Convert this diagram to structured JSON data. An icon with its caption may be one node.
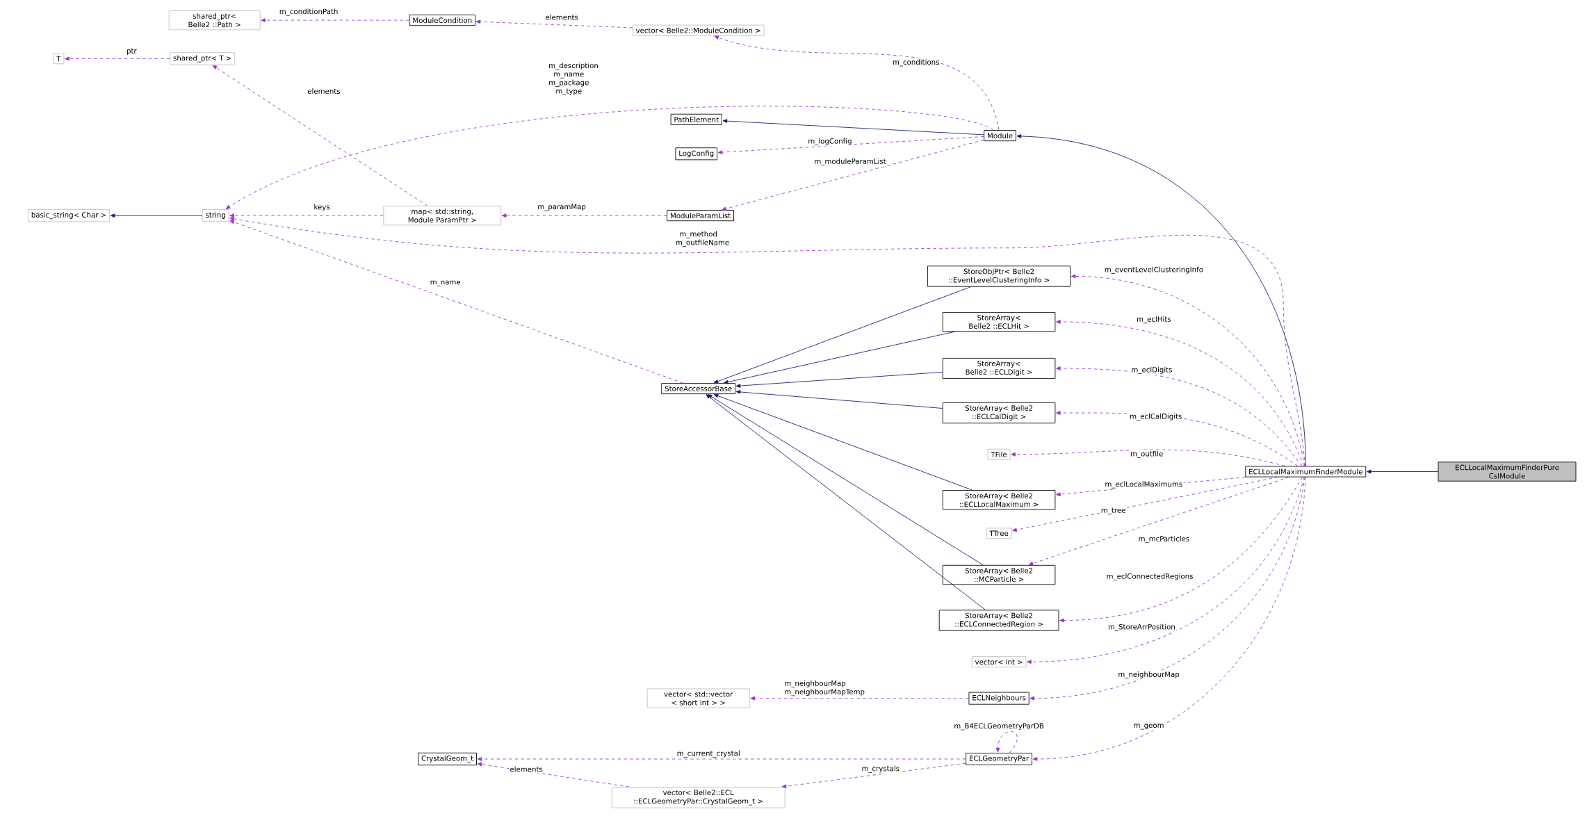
{
  "diagram": {
    "nodes": [
      {
        "text": [
          "shared_ptr< Belle2 ::Path >"
        ]
      },
      {
        "text": [
          "ModuleCondition"
        ]
      },
      {
        "text": [
          "vector< Belle2::ModuleCondition >"
        ]
      },
      {
        "text": [
          "T"
        ]
      },
      {
        "text": [
          "shared_ptr< T >"
        ]
      },
      {
        "text": [
          "PathElement"
        ]
      },
      {
        "text": [
          "Module"
        ]
      },
      {
        "text": [
          "LogConfig"
        ]
      },
      {
        "text": [
          "basic_string< Char >"
        ]
      },
      {
        "text": [
          "string"
        ]
      },
      {
        "text": [
          "map< std::string, Module ParamPtr >"
        ]
      },
      {
        "text": [
          "ModuleParamList"
        ]
      },
      {
        "text": [
          "StoreObjPtr< Belle2 ::EventLevelClusteringInfo >"
        ]
      },
      {
        "text": [
          "StoreAccessorBase"
        ]
      },
      {
        "text": [
          "StoreArray< Belle2 ::ECLHit >"
        ]
      },
      {
        "text": [
          "StoreArray< Belle2 ::ECLDigit >"
        ]
      },
      {
        "text": [
          "StoreArray< Belle2 ::ECLCalDigit >"
        ]
      },
      {
        "text": [
          "TFile"
        ]
      },
      {
        "text": [
          "ECLLocalMaximumFinderModule"
        ]
      },
      {
        "text": [
          "ECLLocalMaximumFinderPure CsIModule"
        ]
      },
      {
        "text": [
          "StoreArray< Belle2 ::ECLLocalMaximum >"
        ]
      },
      {
        "text": [
          "TTree"
        ]
      },
      {
        "text": [
          "StoreArray< Belle2 ::MCParticle >"
        ]
      },
      {
        "text": [
          "StoreArray< Belle2 ::ECLConnectedRegion >"
        ]
      },
      {
        "text": [
          "vector< int >"
        ]
      },
      {
        "text": [
          "vector< std::vector < short int > >"
        ]
      },
      {
        "text": [
          "ECLNeighbours"
        ]
      },
      {
        "text": [
          "CrystalGeom_t"
        ]
      },
      {
        "text": [
          "ECLGeometryPar"
        ]
      },
      {
        "text": [
          "vector< Belle2::ECL ::ECLGeometryPar::CrystalGeom_t >"
        ]
      }
    ],
    "edges": [
      {
        "from": 1,
        "to": 0,
        "arrow": "to",
        "label": "m_conditionPath",
        "style": "dashed"
      },
      {
        "from": 2,
        "to": 1,
        "arrow": "to",
        "label": "elements",
        "style": "dashed"
      },
      {
        "from": 6,
        "to": 2,
        "arrow": "to",
        "label": "m_conditions",
        "style": "dashed"
      },
      {
        "from": 4,
        "to": 3,
        "arrow": "to",
        "label": "ptr",
        "style": "dashed"
      },
      {
        "from": 10,
        "to": 4,
        "arrow": "to",
        "label": "elements",
        "style": "dashed"
      },
      {
        "from": 6,
        "to": 9,
        "arrow": "to",
        "label": "m_description m_name m_package m_type",
        "style": "dashed"
      },
      {
        "from": 6,
        "to": 5,
        "arrow": "to",
        "color": "#191970"
      },
      {
        "from": 6,
        "to": 7,
        "arrow": "to",
        "label": "m_logConfig",
        "style": "dashed"
      },
      {
        "from": 6,
        "to": 11,
        "arrow": "to",
        "label": "m_moduleParamList",
        "style": "dashed"
      },
      {
        "from": 9,
        "to": 8,
        "arrow": "to",
        "color": "#191970"
      },
      {
        "from": 10,
        "to": 9,
        "arrow": "to",
        "label": "keys",
        "style": "dashed"
      },
      {
        "from": 11,
        "to": 10,
        "arrow": "to",
        "label": "m_paramMap",
        "style": "dashed"
      },
      {
        "from": 18,
        "to": 9,
        "arrow": "to",
        "label": "m_method m_outfileName",
        "style": "dashed"
      },
      {
        "from": 13,
        "to": 9,
        "arrow": "to",
        "label": "m_name",
        "style": "dashed"
      },
      {
        "from": 18,
        "to": 6,
        "arrow": "to",
        "color": "#191970"
      },
      {
        "from": 12,
        "to": 13,
        "arrow": "to",
        "color": "#191970"
      },
      {
        "from": 14,
        "to": 13,
        "arrow": "to",
        "color": "#191970"
      },
      {
        "from": 15,
        "to": 13,
        "arrow": "to",
        "color": "#191970"
      },
      {
        "from": 16,
        "to": 13,
        "arrow": "to",
        "color": "#191970"
      },
      {
        "from": 20,
        "to": 13,
        "arrow": "to",
        "color": "#191970"
      },
      {
        "from": 22,
        "to": 13,
        "arrow": "to",
        "color": "#191970"
      },
      {
        "from": 23,
        "to": 13,
        "arrow": "to",
        "color": "#191970"
      },
      {
        "from": 18,
        "to": 12,
        "arrow": "to",
        "label": "m_eventLevelClusteringInfo",
        "style": "dashed"
      },
      {
        "from": 18,
        "to": 14,
        "arrow": "to",
        "label": "m_eclHits",
        "style": "dashed"
      },
      {
        "from": 18,
        "to": 15,
        "arrow": "to",
        "label": "m_eclDigits",
        "style": "dashed"
      },
      {
        "from": 18,
        "to": 16,
        "arrow": "to",
        "label": "m_eclCalDigits",
        "style": "dashed"
      },
      {
        "from": 18,
        "to": 17,
        "arrow": "to",
        "label": "m_outfile",
        "style": "dashed"
      },
      {
        "from": 18,
        "to": 20,
        "arrow": "to",
        "label": "m_eclLocalMaximums",
        "style": "dashed"
      },
      {
        "from": 18,
        "to": 21,
        "arrow": "to",
        "label": "m_tree",
        "style": "dashed"
      },
      {
        "from": 18,
        "to": 22,
        "arrow": "to",
        "label": "m_mcParticles",
        "style": "dashed"
      },
      {
        "from": 18,
        "to": 23,
        "arrow": "to",
        "label": "m_eclConnectedRegions",
        "style": "dashed"
      },
      {
        "from": 18,
        "to": 24,
        "arrow": "to",
        "label": "m_StoreArrPosition",
        "style": "dashed"
      },
      {
        "from": 18,
        "to": 26,
        "arrow": "to",
        "label": "m_neighbourMap",
        "style": "dashed"
      },
      {
        "from": 18,
        "to": 28,
        "arrow": "to",
        "label": "m_geom",
        "style": "dashed"
      },
      {
        "from": 19,
        "to": 18,
        "arrow": "to",
        "color": "#191970"
      },
      {
        "from": 26,
        "to": 25,
        "arrow": "to",
        "label": "m_neighbourMap m_neighbourMapTemp",
        "style": "dashed"
      },
      {
        "from": 28,
        "to": 28,
        "arrow": "to",
        "label": "m_B4ECLGeometryParDB",
        "style": "dashed"
      },
      {
        "from": 28,
        "to": 27,
        "arrow": "to",
        "label": "m_current_crystal",
        "style": "dashed"
      },
      {
        "from": 28,
        "to": 29,
        "arrow": "to",
        "label": "m_crystals",
        "style": "dashed"
      },
      {
        "from": 29,
        "to": 27,
        "arrow": "to",
        "label": "elements",
        "style": "dashed"
      }
    ]
  }
}
